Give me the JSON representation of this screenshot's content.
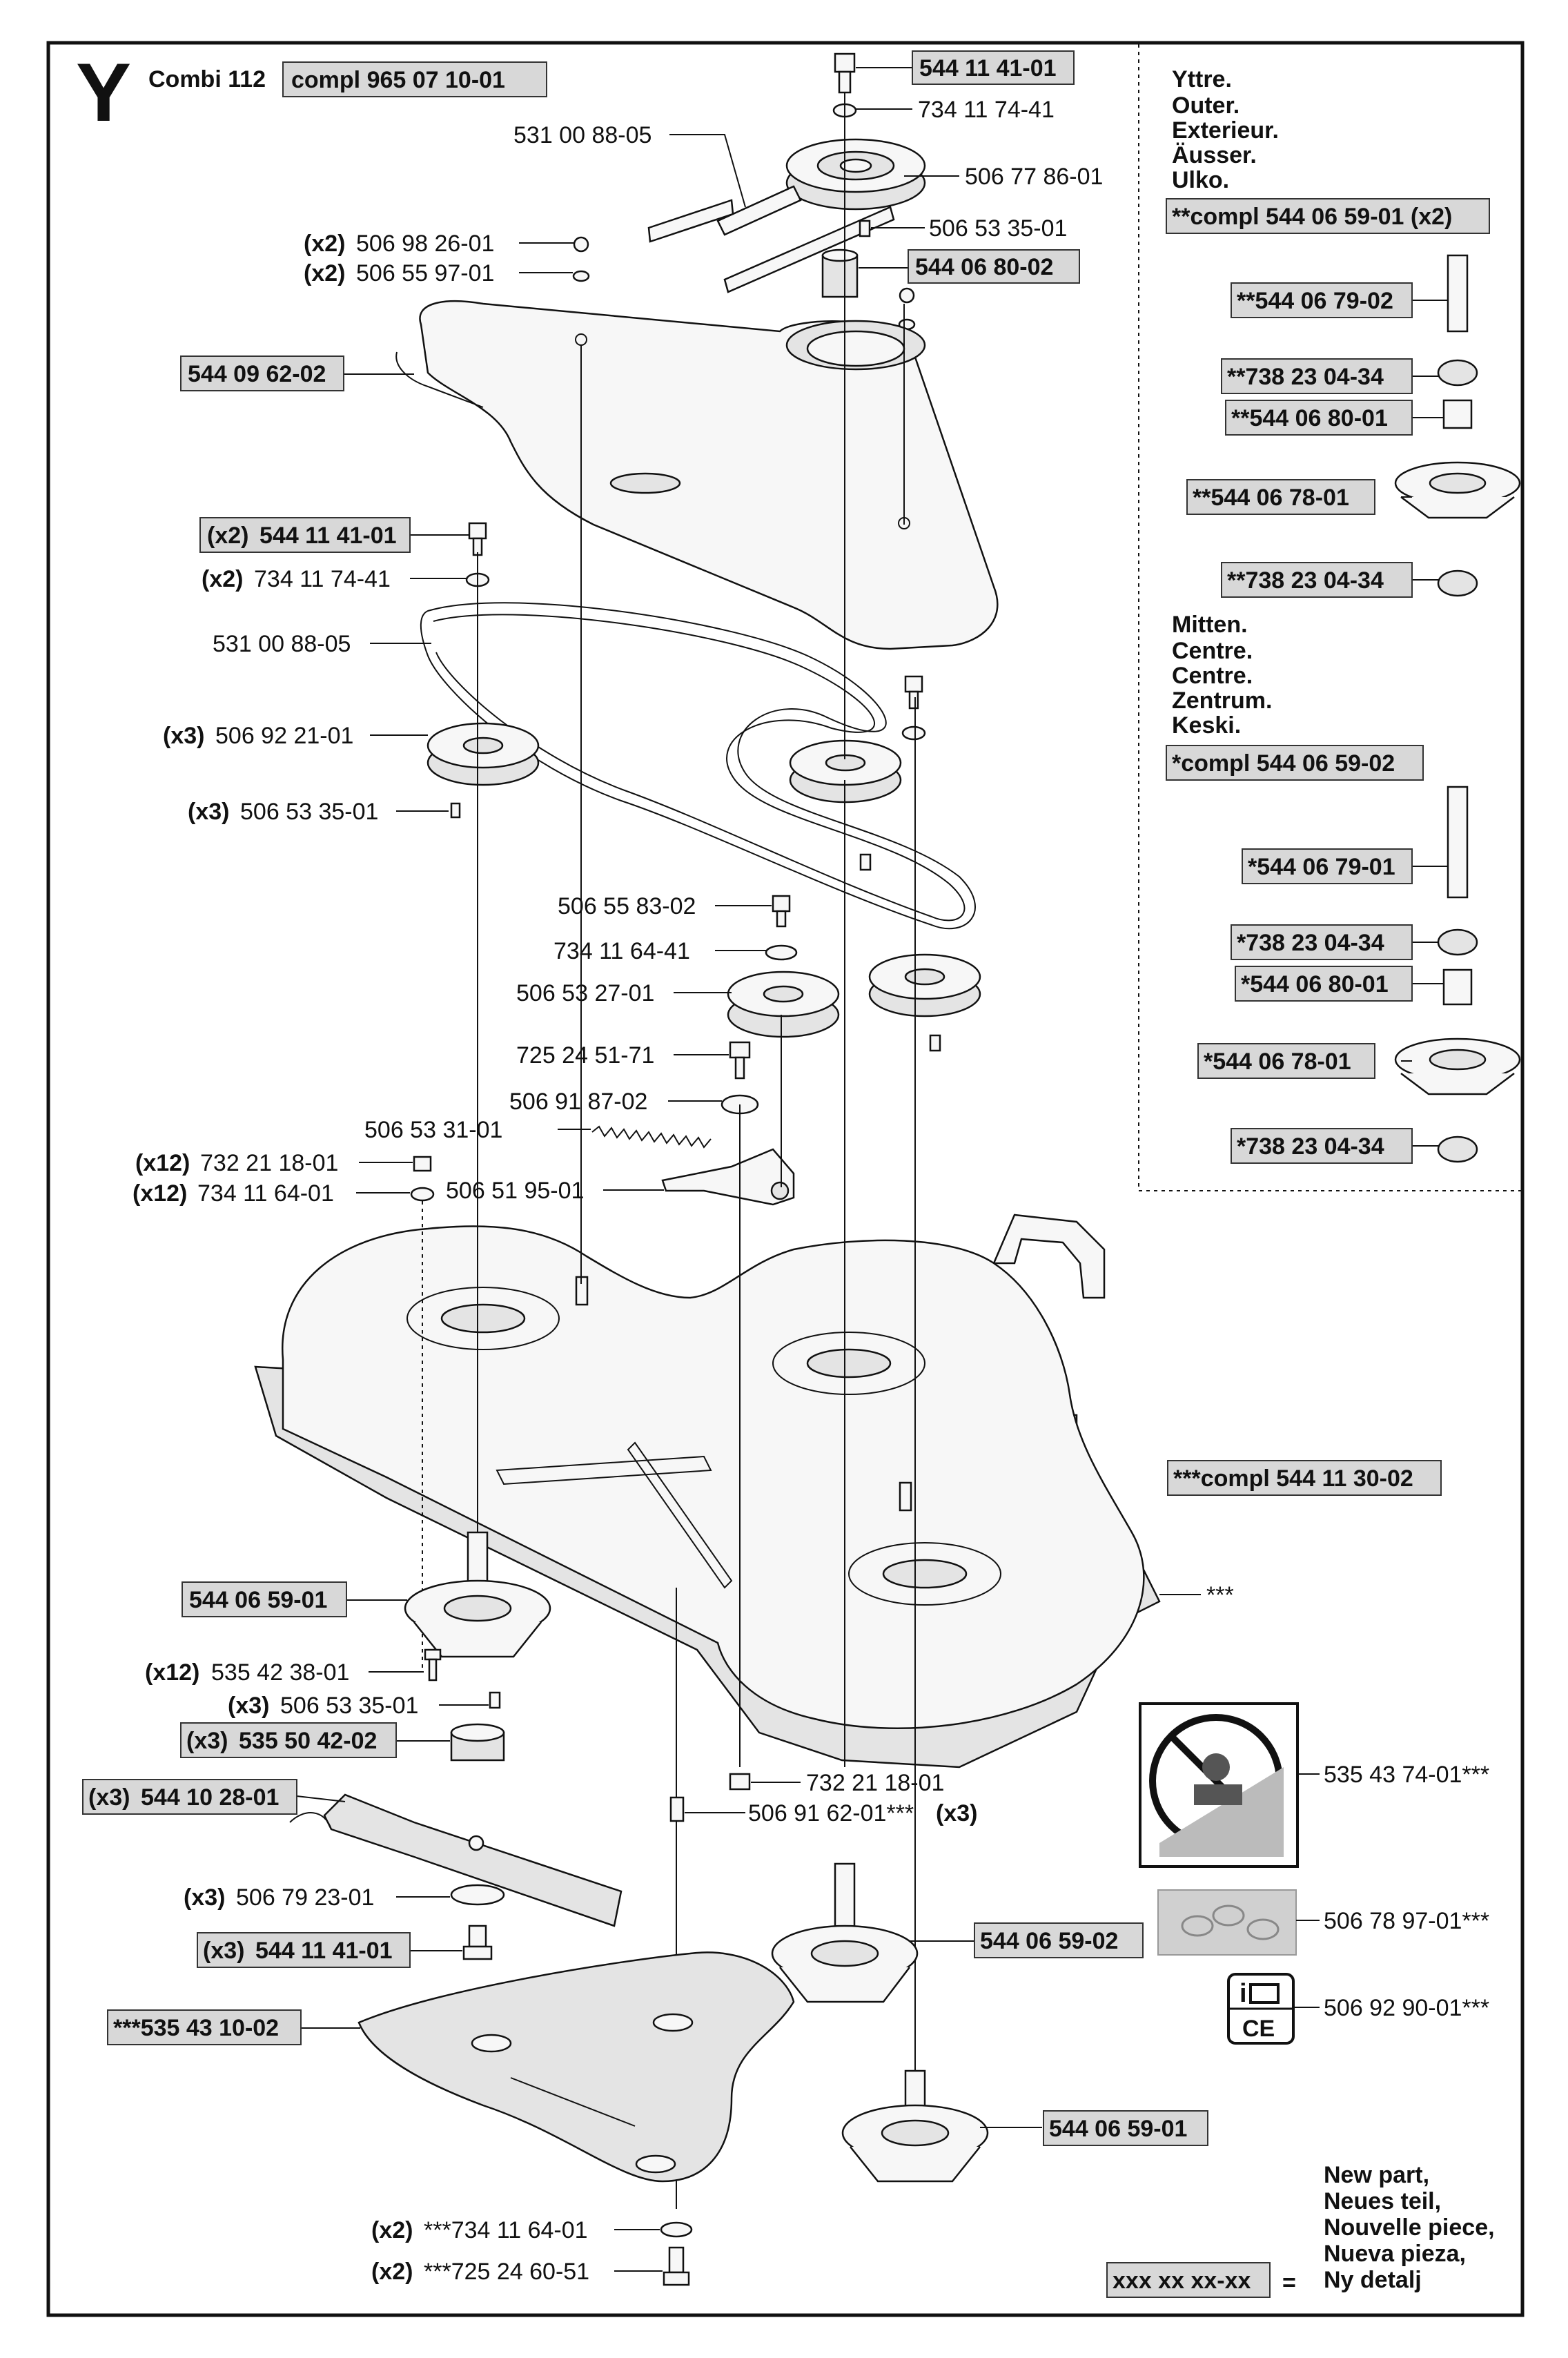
{
  "header": {
    "letter": "Y",
    "model": "Combi 112",
    "assembly_label": "compl 965 07 10-01"
  },
  "callouts": {
    "top_bolt": "544 11 41-01",
    "top_washer": "734 11 74-41",
    "top_belt": "531 00 88-05",
    "top_pulley": "506 77 86-01",
    "key_upper": "506 53 35-01",
    "spacer_upper": "544 06 80-02",
    "screw_small_qty": "(x2)",
    "screw_small": "506 98 26-01",
    "washer_small_qty": "(x2)",
    "washer_small": "506 55 97-01",
    "cover": "544 09 62-02",
    "bolt_qty": "(x2)",
    "bolt": "544 11 41-01",
    "washer2_qty": "(x2)",
    "washer2": "734 11 74-41",
    "main_belt": "531 00 88-05",
    "pulley3_qty": "(x3)",
    "pulley3": "506 92 21-01",
    "key3_qty": "(x3)",
    "key3": "506 53 35-01",
    "idler_bolt": "506 55 83-02",
    "idler_washer": "734 11 64-41",
    "idler_pulley": "506 53 27-01",
    "arm_bolt": "725 24 51-71",
    "arm_bushing": "506 91 87-02",
    "spring": "506 53 31-01",
    "nut12_qty": "(x12)",
    "nut12": "732 21 18-01",
    "washer12_qty": "(x12)",
    "washer12": "734 11 64-01",
    "idler_arm": "506 51 95-01",
    "deck": "***compl 544 11 30-02",
    "deck_marker": "***",
    "spindle_left": "544 06 59-01",
    "screw12_qty": "(x12)",
    "screw12": "535 42 38-01",
    "key_lower_qty": "(x3)",
    "key_lower": "506 53 35-01",
    "hub_qty": "(x3)",
    "hub": "535 50 42-02",
    "blade_qty": "(x3)",
    "blade": "544 10 28-01",
    "blade_washer_qty": "(x3)",
    "blade_washer": "506 79 23-01",
    "blade_bolt_qty": "(x3)",
    "blade_bolt": "544 11 41-01",
    "mulch_plate": "***535 43 10-02",
    "nut_lower": "732 21 18-01",
    "stud_lower": "506 91 62-01***",
    "stud_lower_qty": "(x3)",
    "spindle_center": "544 06 59-02",
    "spindle_right": "544 06 59-01",
    "plate_washer_qty": "(x2)",
    "plate_washer": "***734 11 64-01",
    "plate_bolt_qty": "(x2)",
    "plate_bolt": "***725 24 60-51",
    "decal_slope": "535 43 74-01***",
    "decal_belt": "506 78 97-01***",
    "decal_info": "506 92 90-01***",
    "decal_ce": "CE"
  },
  "inset": {
    "outer_lines": [
      "Yttre.",
      "Outer.",
      "Exterieur.",
      "Äusser.",
      "Ulko."
    ],
    "outer_compl": "**compl 544 06 59-01 (x2)",
    "outer_parts": [
      "**544 06 79-02",
      "**738 23 04-34",
      "**544 06 80-01",
      "**544 06 78-01",
      "**738 23 04-34"
    ],
    "center_lines": [
      "Mitten.",
      "Centre.",
      "Centre.",
      "Zentrum.",
      "Keski."
    ],
    "center_compl": "*compl 544 06 59-02",
    "center_parts": [
      "*544 06 79-01",
      "*738 23 04-34",
      "*544 06 80-01",
      "*544 06 78-01",
      "*738 23 04-34"
    ]
  },
  "legend": {
    "lines": [
      "New part,",
      "Neues teil,",
      "Nouvelle piece,",
      "Nueva pieza,",
      "Ny detalj"
    ],
    "code": "xxx xx xx-xx",
    "equals": "="
  }
}
